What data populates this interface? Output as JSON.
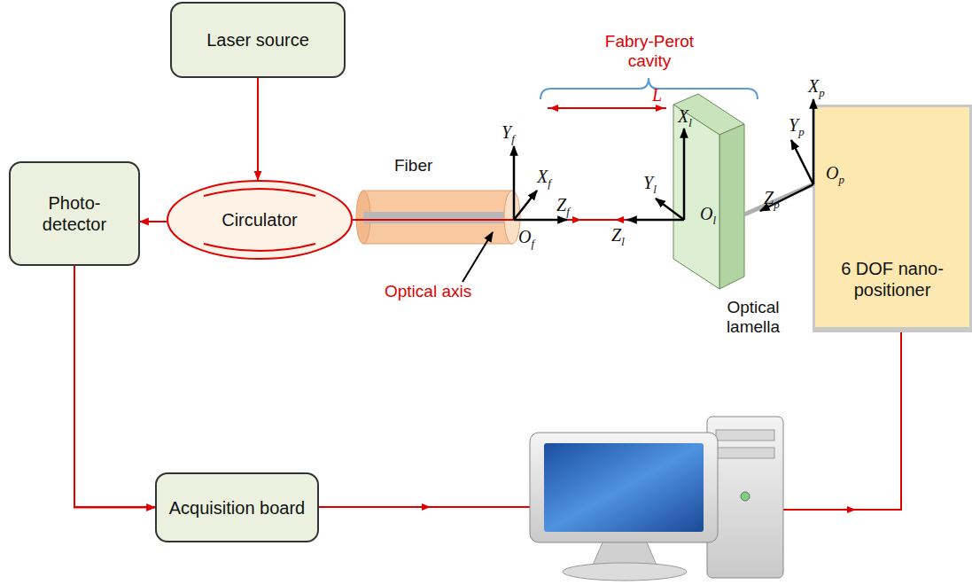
{
  "diagram": {
    "nodes": [
      {
        "text": [
          "Laser source"
        ]
      },
      {
        "text": [
          "Circulator"
        ]
      },
      {
        "text": [
          "Photo-detector"
        ]
      },
      {
        "text": [
          "Acquisition board"
        ]
      },
      {
        "text": [
          "6 DOF nano-positioner"
        ]
      }
    ],
    "edges": [
      {
        "from": 0,
        "to": 1,
        "arrow": "to"
      },
      {
        "from": 1,
        "to": 2,
        "arrow": "to"
      },
      {
        "from": 2,
        "to": 3,
        "arrow": "to"
      }
    ],
    "labels": [
      "Fabry-Perot cavity",
      "L",
      "Fiber",
      "Yf",
      "Xf",
      "Zf",
      "Of",
      "Xl",
      "Yl",
      "Zl",
      "Ol",
      "Xp",
      "Yp",
      "Zp",
      "Op",
      "Optical axis",
      "Optical lamella"
    ]
  }
}
